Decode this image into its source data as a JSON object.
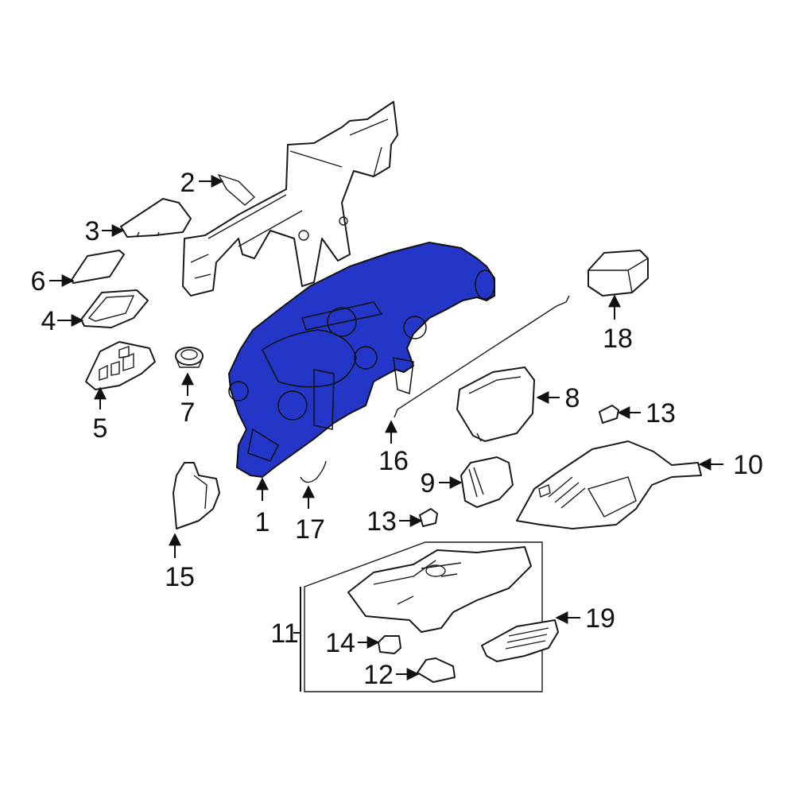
{
  "diagram": {
    "highlight_color": "#2436c8",
    "line_color": "#1a1a1a",
    "callouts": [
      "1",
      "2",
      "3",
      "4",
      "5",
      "6",
      "7",
      "8",
      "9",
      "10",
      "11",
      "12",
      "13",
      "13",
      "14",
      "15",
      "16",
      "17",
      "18",
      "19"
    ]
  }
}
